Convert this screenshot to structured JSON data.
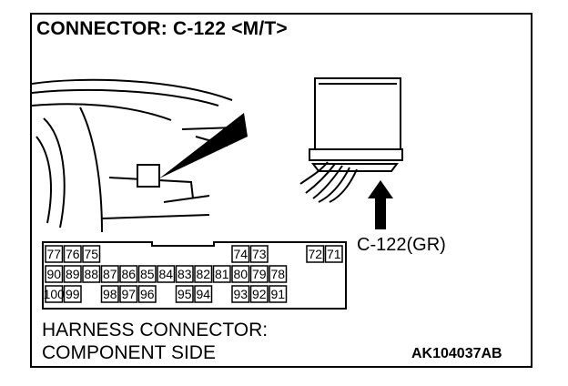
{
  "title": "CONNECTOR: C-122 <M/T>",
  "connector_label": "C-122(GR)",
  "harness_line1": "HARNESS CONNECTOR:",
  "harness_line2": "COMPONENT SIDE",
  "figure_code": "AK104037AB",
  "pins": {
    "row1": [
      "77",
      "76",
      "75",
      "74",
      "73",
      "72",
      "71"
    ],
    "row2": [
      "90",
      "89",
      "88",
      "87",
      "86",
      "85",
      "84",
      "83",
      "82",
      "81",
      "80",
      "79",
      "78"
    ],
    "row3": [
      "100",
      "99",
      "98",
      "97",
      "96",
      "95",
      "94",
      "93",
      "92",
      "91"
    ]
  }
}
